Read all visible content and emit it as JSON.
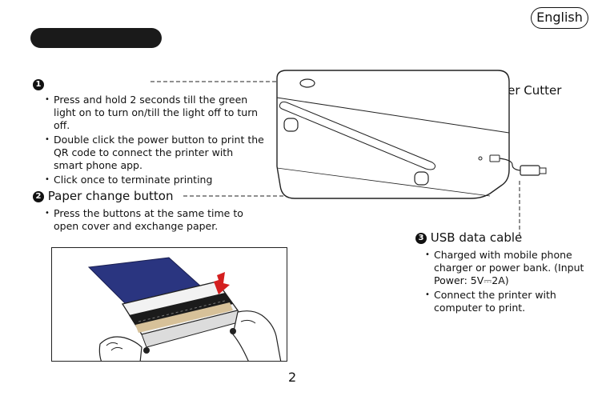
{
  "header": {
    "language_label": "English"
  },
  "section1": {
    "number": "1",
    "bullets": [
      "Press and hold 2 seconds till the green light on to turn on/till the light off to turn off.",
      "Double click the power button to print the QR code to connect the printer with smart phone app.",
      "Click once to terminate printing"
    ]
  },
  "section2": {
    "number": "2",
    "title": "Paper change button",
    "bullets": [
      "Press the buttons at the same time to open cover and exchange paper."
    ]
  },
  "section3": {
    "number": "3",
    "title": "USB data cable",
    "bullets": [
      "Charged with mobile phone charger or power bank. (Input Power: 5V⎓2A)",
      "Connect the printer with computer  to print."
    ]
  },
  "callouts": {
    "paper_cutter": "Paper Cutter"
  },
  "footer": {
    "page_number": "2"
  },
  "icons": [
    "power-button-icon",
    "usb-plug-icon"
  ]
}
